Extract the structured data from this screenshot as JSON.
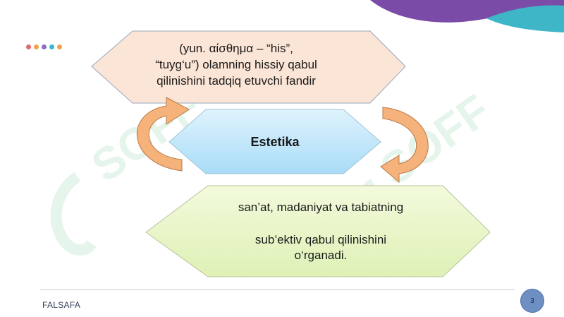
{
  "colors": {
    "dots": [
      "#e06b74",
      "#f0a24a",
      "#8b6fc4",
      "#3bb8c9",
      "#f0a24a"
    ],
    "top_box_fill": "#fbe5d6",
    "middle_box_fill": "#bfe6fb",
    "bottom_box_fill": "#e9f6c8",
    "arrow_fill": "#f5b27a",
    "watermark": "#b7e4c7",
    "corner_purple": "#7b4ba8",
    "corner_teal": "#3fb6c8"
  },
  "diagram": {
    "top_lines": [
      "(yun. αίσθημα – “his”,",
      "“tuyg‘u”) olamning hissiy qabul",
      "qilinishini tadqiq etuvchi fandir"
    ],
    "center_label": "Estetika",
    "bottom_line_1": "san’at, madaniyat va tabiatning",
    "bottom_line_2": "sub’ektiv qabul qilinishini",
    "bottom_line_3": "o‘rganadi."
  },
  "watermark": {
    "logo_text": "SOFF"
  },
  "footer": {
    "label": "FALSAFA",
    "page_number": "3"
  }
}
